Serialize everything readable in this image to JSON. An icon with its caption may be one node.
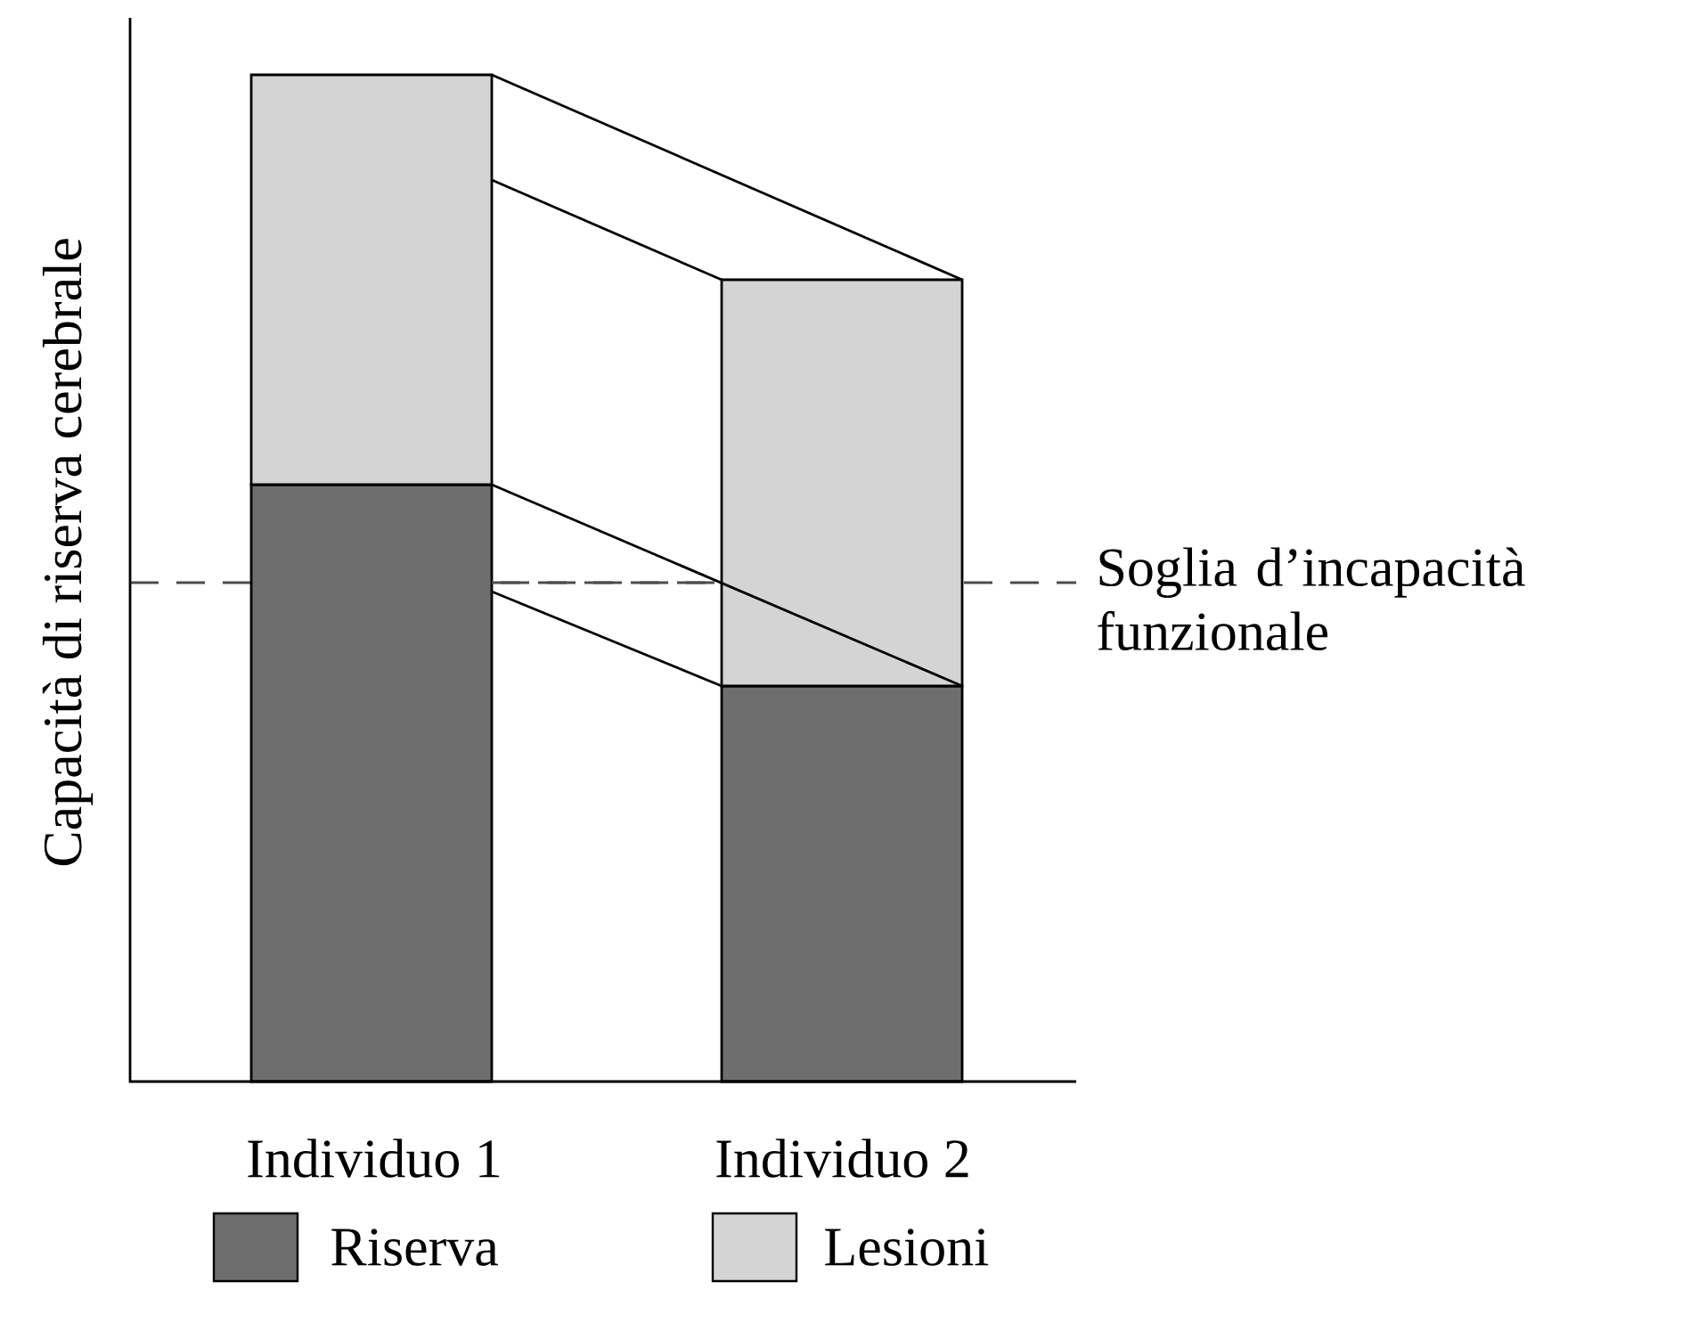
{
  "diagram": {
    "labels": [
      "Capacità di riserva cerebrale",
      "Soglia d’incapacità funzionale",
      "Individuo 1",
      "Individuo 2"
    ],
    "legend": [
      {
        "text": "Riserva",
        "color": "#6e6e6e"
      },
      {
        "text": "Lesioni",
        "color": "#d4d4d4"
      }
    ]
  }
}
